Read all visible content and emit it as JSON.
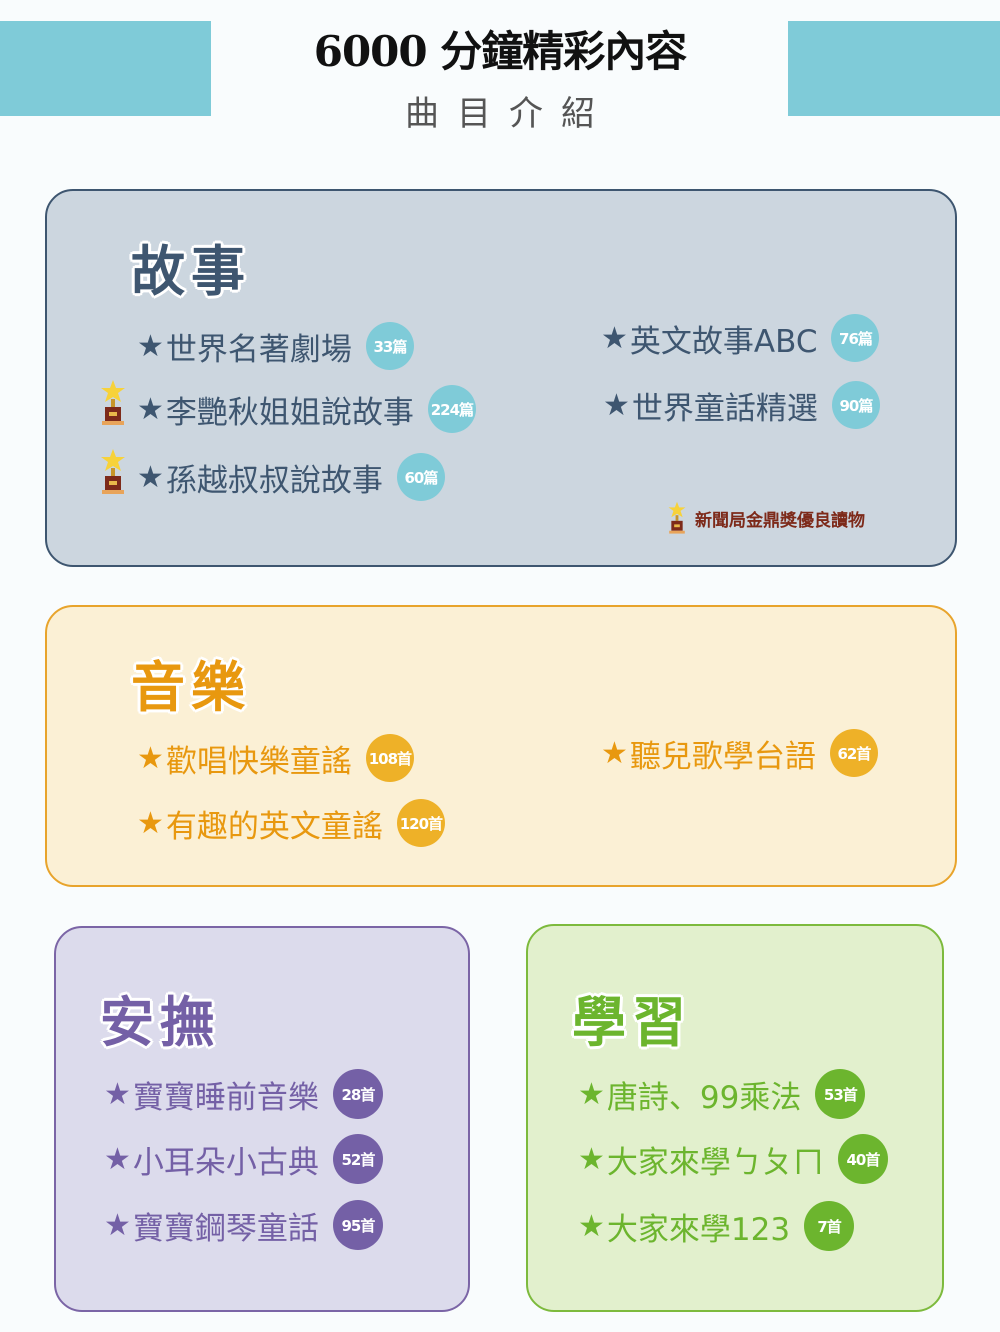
{
  "header": {
    "title": "6000 分鐘精彩內容",
    "subtitle": "曲目介紹"
  },
  "colors": {
    "accent_teal": "#7fcbd8",
    "story": "#3e5670",
    "music": "#e8980f",
    "soothe": "#7460a6",
    "learn": "#6cb52e"
  },
  "sections": {
    "story": {
      "title": "故事",
      "items": [
        {
          "star": "★",
          "label": "世界名著劇場",
          "count": "33篇",
          "award": false
        },
        {
          "star": "★",
          "label": "李艷秋姐姐說故事",
          "count": "224篇",
          "award": true
        },
        {
          "star": "★",
          "label": "孫越叔叔說故事",
          "count": "60篇",
          "award": true
        },
        {
          "star": "★",
          "label": "英文故事ABC",
          "count": "76篇",
          "award": false
        },
        {
          "star": "★",
          "label": "世界童話精選",
          "count": "90篇",
          "award": false
        }
      ],
      "award_note": "新聞局金鼎獎優良讀物",
      "award_icon": "trophy-icon"
    },
    "music": {
      "title": "音樂",
      "items": [
        {
          "star": "★",
          "label": "歡唱快樂童謠",
          "count": "108首"
        },
        {
          "star": "★",
          "label": "有趣的英文童謠",
          "count": "120首"
        },
        {
          "star": "★",
          "label": "聽兒歌學台語",
          "count": "62首"
        }
      ]
    },
    "soothe": {
      "title": "安撫",
      "items": [
        {
          "star": "★",
          "label": "寶寶睡前音樂",
          "count": "28首"
        },
        {
          "star": "★",
          "label": "小耳朵小古典",
          "count": "52首"
        },
        {
          "star": "★",
          "label": "寶寶鋼琴童話",
          "count": "95首"
        }
      ]
    },
    "learn": {
      "title": "學習",
      "items": [
        {
          "star": "★",
          "label": "唐詩、99乘法",
          "count": "53首"
        },
        {
          "star": "★",
          "label": "大家來學ㄅㄆㄇ",
          "count": "40首"
        },
        {
          "star": "★",
          "label": "大家來學123",
          "count": "7首"
        }
      ]
    }
  }
}
